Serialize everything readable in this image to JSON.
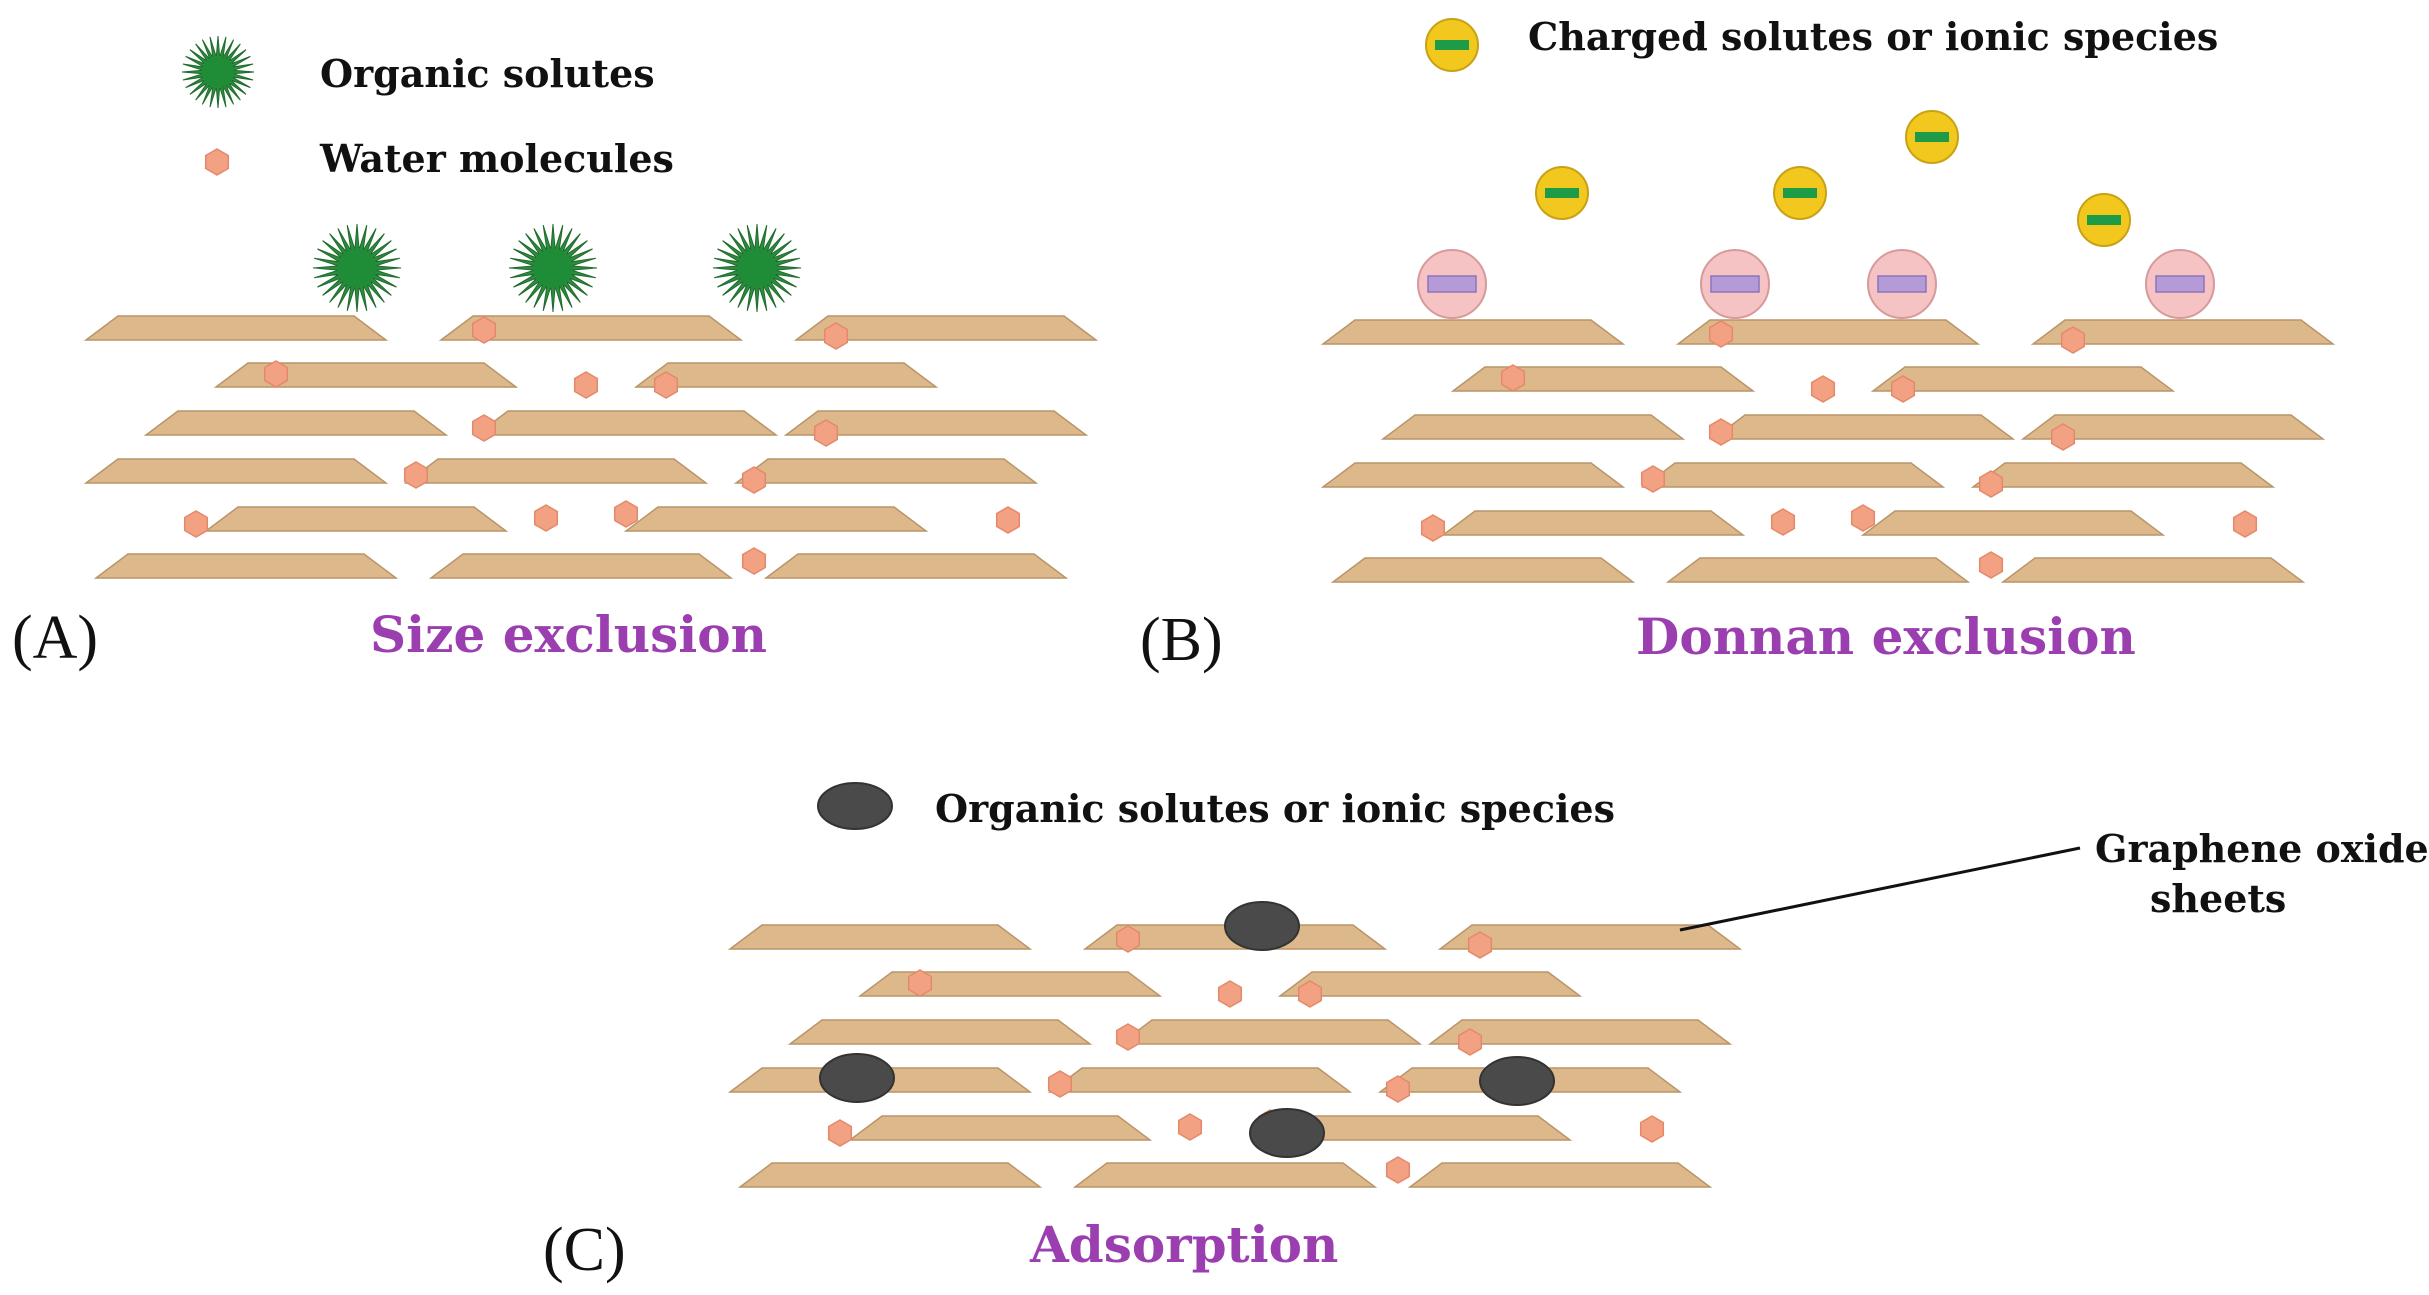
{
  "legend": {
    "organic_solutes": "Organic solutes",
    "water_molecules": "Water molecules",
    "charged_solutes": "Charged solutes or ionic species",
    "organic_or_ionic": "Organic solutes or ionic species"
  },
  "callout": {
    "line1": "Graphene oxide",
    "line2": "sheets"
  },
  "panels": [
    {
      "letter": "(A)",
      "title": "Size exclusion"
    },
    {
      "letter": "(B)",
      "title": "Donnan exclusion"
    },
    {
      "letter": "(C)",
      "title": "Adsorption"
    }
  ],
  "colors": {
    "sheet": "#ddb88b",
    "sheet_stroke": "#b99468",
    "water": "#f2a183",
    "organic_star": "#2e8b3e",
    "charged_fill": "#f2c81f",
    "charged_bar": "#1e9b46",
    "fixed_charge_fill": "#f5c3c3",
    "fixed_charge_bar": "#b59ad8",
    "adsorbed": "#4a4a4a",
    "title": "#9b3fb0"
  }
}
